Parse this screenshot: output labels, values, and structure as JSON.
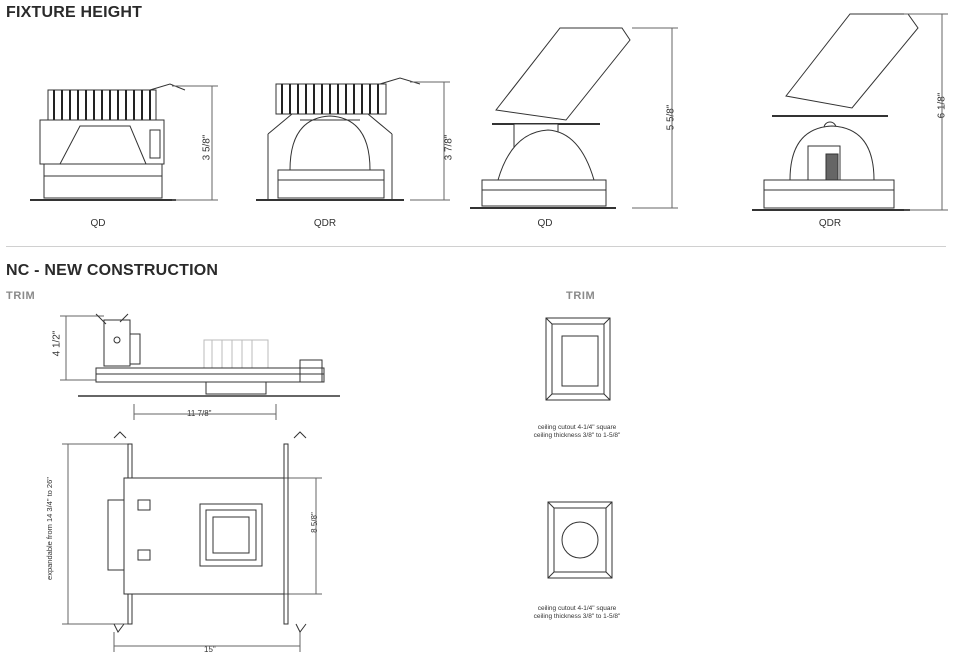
{
  "sections": {
    "fixture_height": {
      "title": "FIXTURE HEIGHT"
    },
    "nc": {
      "title": "NC - NEW CONSTRUCTION",
      "trim_left": "TRIM",
      "trim_right": "TRIM"
    }
  },
  "fixtures": [
    {
      "label": "QD",
      "height": "3 5/8\""
    },
    {
      "label": "QDR",
      "height": "3 7/8\""
    },
    {
      "label": "QD",
      "height": "5 5/8\""
    },
    {
      "label": "QDR",
      "height": "6 1/8\""
    }
  ],
  "nc_dims": {
    "side_height": "4 1/2\"",
    "top_width": "11 7/8\"",
    "expand": "expandable from 14 3/4\" to 26\"",
    "right_height": "8 5/8\"",
    "bottom_width": "15\""
  },
  "trims": [
    {
      "line1": "ceiling cutout 4-1/4\" square",
      "line2": "ceiling thickness 3/8\" to 1-5/8\""
    },
    {
      "line1": "ceiling cutout 4-1/4\" square",
      "line2": "ceiling thickness 3/8\" to 1-5/8\""
    }
  ]
}
